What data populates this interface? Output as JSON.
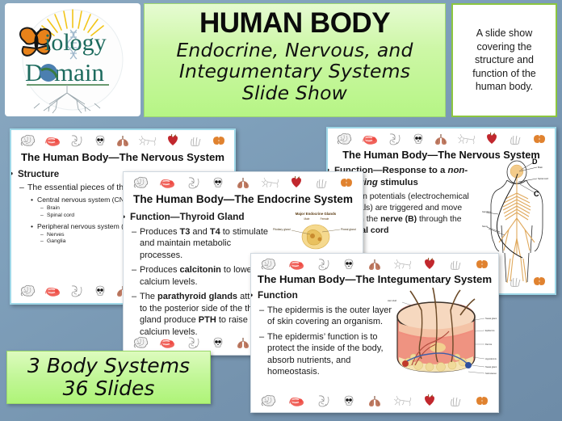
{
  "meta": {
    "background_color": "#7b9cb8",
    "accent_green": "#b6f585",
    "border_green": "#8cc63f"
  },
  "logo": {
    "name": "biology-domain-logo",
    "word_top": "iology",
    "word_bottom": "Domain",
    "alt": "Biology Domain logo with butterfly, DNA helix, globe and roots"
  },
  "header": {
    "title": "HUMAN BODY",
    "subtitle_lines": [
      "Endocrine, Nervous, and",
      "Integumentary Systems",
      "Slide Show"
    ]
  },
  "description": {
    "text": "A slide show covering the structure and function of the human body."
  },
  "footer": {
    "line1": "3 Body Systems",
    "line2": "36 Slides"
  },
  "icon_strip": [
    "brain-icon",
    "muscle-icon",
    "intestines-icon",
    "skull-icon",
    "lungs-icon",
    "neuron-icon",
    "heart-icon",
    "hand-bones-icon",
    "kidneys-icon"
  ],
  "slides": [
    {
      "id": "nervous-structure",
      "title": "The Human Body—The Nervous System",
      "bullets": [
        {
          "level": 1,
          "text": "Structure"
        },
        {
          "level": 2,
          "text": "The essential pieces of the nervous system are:"
        },
        {
          "level": 3,
          "text": "Central nervous system (CNS)"
        },
        {
          "level": 4,
          "text": "Brain"
        },
        {
          "level": 4,
          "text": "Spinal cord"
        },
        {
          "level": 3,
          "text": "Peripheral nervous system (PNS)"
        },
        {
          "level": 4,
          "text": "Nerves"
        },
        {
          "level": 4,
          "text": "Ganglia"
        }
      ]
    },
    {
      "id": "endocrine-thyroid",
      "title": "The Human Body—The Endocrine System",
      "bullets": [
        {
          "level": 1,
          "text": "Function—Thyroid Gland"
        },
        {
          "level": 2,
          "text": "Produces T3 and T4 to stimulate and maintain metabolic processes."
        },
        {
          "level": 2,
          "text": "Produces calcitonin to lower calcium levels."
        },
        {
          "level": 2,
          "text": "The parathyroid glands attached to the posterior side of the thyroid gland produce PTH to raise blood calcium levels."
        }
      ],
      "figure": {
        "name": "major-endocrine-glands-diagram",
        "title": "Major Endocrine Glands",
        "sub": "Male    Female",
        "label_left": "Pituitary gland",
        "label_right": "Pineal gland"
      }
    },
    {
      "id": "nervous-function",
      "title": "The Human Body—The Nervous System",
      "bullets": [
        {
          "level": 1,
          "text": "Function—Response to a non-damaging stimulus"
        },
        {
          "level": 2,
          "text": "Action potentials (electrochemical signals) are triggered and move down the nerve (B) through the spinal cord"
        }
      ],
      "figure": {
        "name": "nervous-system-body-diagram",
        "callouts": [
          "D",
          "C"
        ],
        "labels": [
          "Brain",
          "Spinal cord",
          "Ganglion",
          "Nerve"
        ]
      }
    },
    {
      "id": "integumentary-function",
      "title": "The Human Body—The Integumentary System",
      "bullets": [
        {
          "level": 1,
          "text": "Function"
        },
        {
          "level": 2,
          "text": "The epidermis is the outer layer of skin covering an organism."
        },
        {
          "level": 2,
          "text": "The epidermis’ function is to protect the inside of the body, absorb nutrients, and homeostasis."
        }
      ],
      "figure": {
        "name": "skin-cross-section-diagram"
      }
    }
  ]
}
